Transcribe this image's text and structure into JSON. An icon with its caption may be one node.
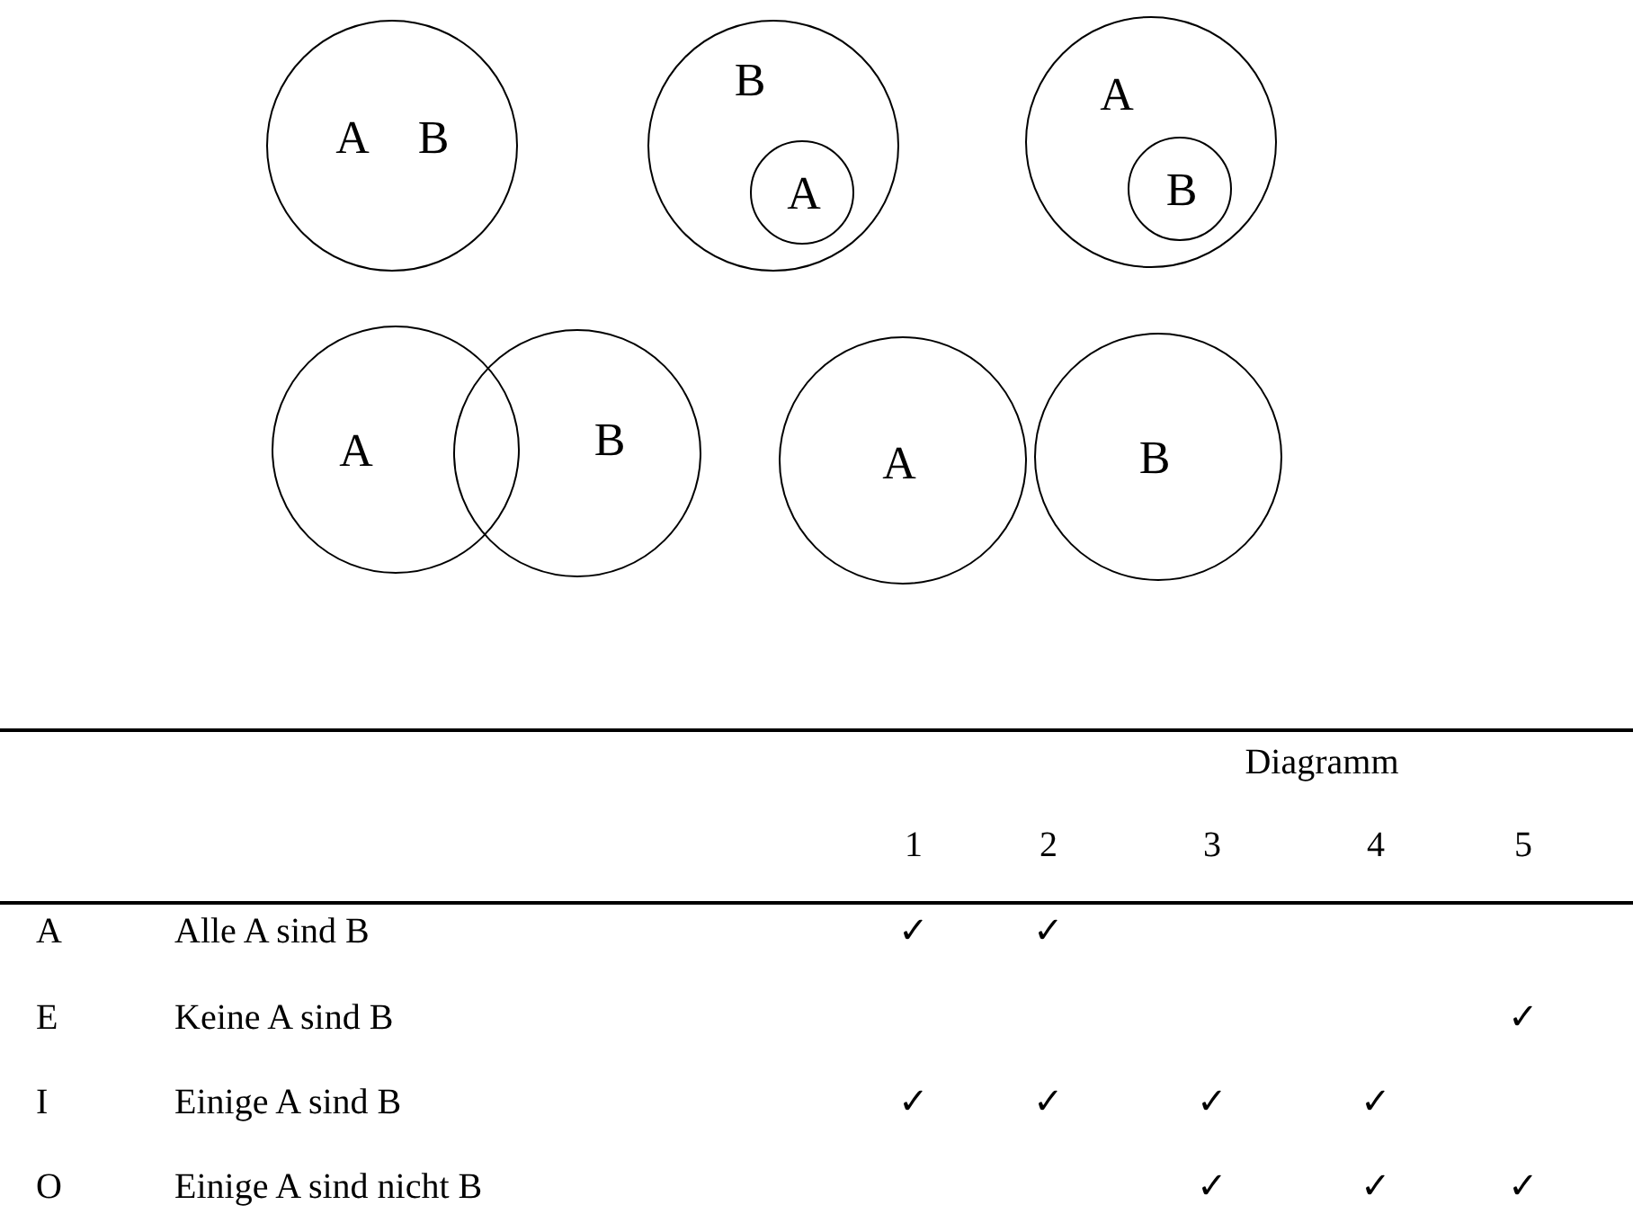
{
  "diagram": {
    "nodes": [
      {
        "text": [
          "A",
          "B"
        ]
      },
      {
        "text": [
          "B"
        ]
      },
      {
        "text": [
          "A"
        ],
        "in": 1
      },
      {
        "text": [
          "A"
        ]
      },
      {
        "text": [
          "B"
        ],
        "in": 3
      },
      {
        "text": [
          "A"
        ]
      },
      {
        "text": [
          "B"
        ]
      },
      {
        "text": [
          "A"
        ]
      },
      {
        "text": [
          "B"
        ]
      }
    ],
    "labels": [
      "Diagramm",
      "1",
      "2",
      "3",
      "4",
      "5",
      "A",
      "Alle A sind B",
      "✓",
      "✓",
      "E",
      "Keine A sind B",
      "✓",
      "I",
      "Einige A sind B",
      "✓",
      "✓",
      "✓",
      "✓",
      "O",
      "Einige A sind nicht B",
      "✓",
      "✓",
      "✓"
    ]
  }
}
